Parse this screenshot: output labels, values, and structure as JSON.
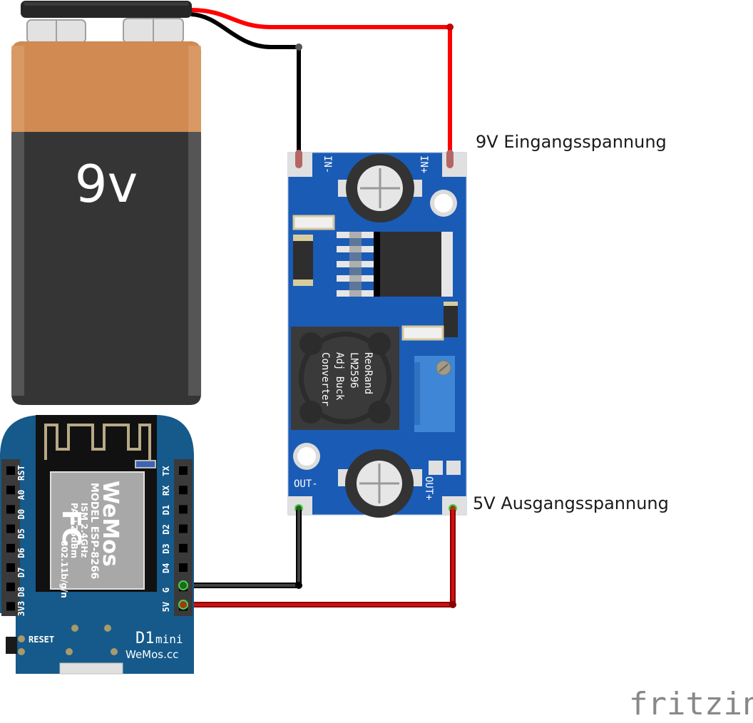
{
  "battery": {
    "label": "9v",
    "colors": {
      "top": "#d08a52",
      "body": "#353535",
      "clip": "#262626"
    }
  },
  "converter": {
    "pins": {
      "in_minus": "IN-",
      "in_plus": "IN+",
      "out_minus": "OUT-",
      "out_plus": "OUT+"
    },
    "inductor_text": [
      "ReoRand",
      "LM2596",
      "Adj Buck",
      "Converter"
    ],
    "colors": {
      "pcb": "#1a5bb5",
      "pot": "#3f87d6"
    }
  },
  "labels": {
    "input": "9V Eingangsspannung",
    "output": "5V Ausgangsspannung"
  },
  "d1mini": {
    "left_pins": [
      "RST",
      "A0",
      "D0",
      "D5",
      "D6",
      "D7",
      "D8",
      "3V3"
    ],
    "right_pins": [
      "TX",
      "RX",
      "D1",
      "D2",
      "D3",
      "D4",
      "G",
      "5V"
    ],
    "module": {
      "brand": "WeMos",
      "model": "MODEL ESP-8266",
      "ism": "ISM 2.4GHz",
      "pa": "PA +25dBm",
      "std": "802.11b/g/n",
      "fcc": "FC"
    },
    "reset_label": "RESET",
    "board_name": "D1",
    "board_suffix": "mini",
    "site": "WeMos.cc",
    "colors": {
      "pcb": "#155a8a"
    }
  },
  "wires": [
    {
      "name": "battery-plus-to-in-plus",
      "color": "#ff0000"
    },
    {
      "name": "battery-minus-to-in-minus",
      "color": "#000000"
    },
    {
      "name": "out-minus-to-g",
      "color": "#404040"
    },
    {
      "name": "out-plus-to-5v",
      "color": "#cc1212"
    }
  ],
  "footer": {
    "brand": "fritzing"
  }
}
